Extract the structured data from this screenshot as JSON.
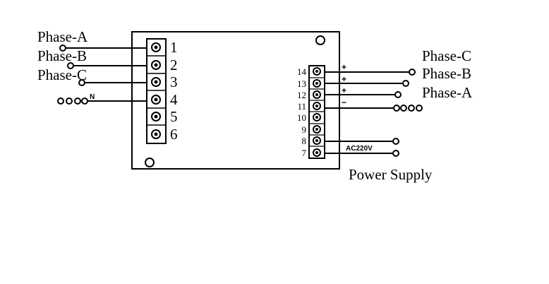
{
  "labels": {
    "left_phase_a": "Phase-A",
    "left_phase_b": "Phase-B",
    "left_phase_c": "Phase-C",
    "neutral": "N",
    "right_phase_c": "Phase-C",
    "right_phase_b": "Phase-B",
    "right_phase_a": "Phase-A",
    "ac_voltage": "AC220V",
    "power_supply": "Power Supply"
  },
  "left_terminals": [
    "1",
    "2",
    "3",
    "4",
    "5",
    "6"
  ],
  "right_terminals": [
    "14",
    "13",
    "12",
    "11",
    "10",
    "9",
    "8",
    "7"
  ],
  "right_signs": {
    "t14": "+",
    "t13": "+",
    "t12": "+",
    "t11": "−"
  },
  "colors": {
    "line": "#000000",
    "background": "#ffffff"
  }
}
